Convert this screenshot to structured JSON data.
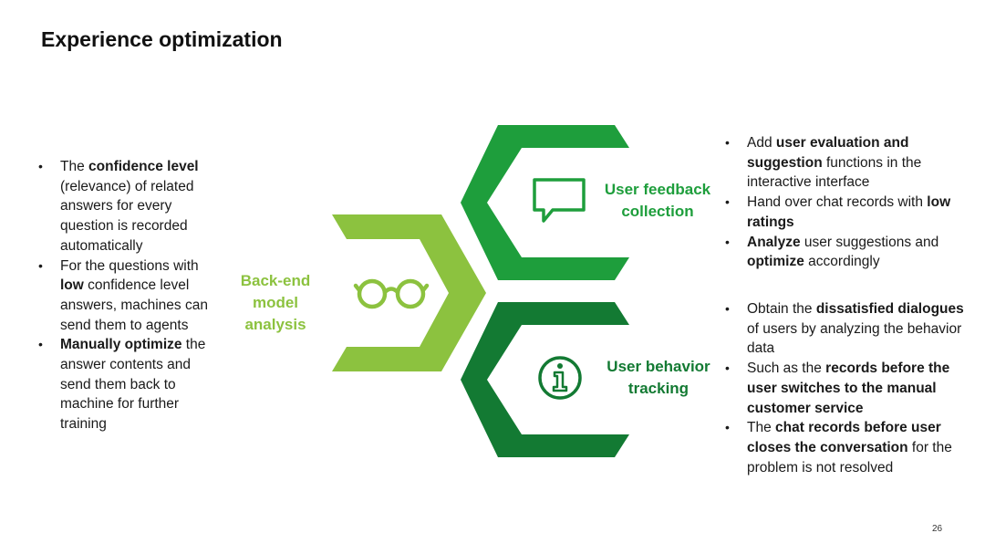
{
  "title": "Experience optimization",
  "page_number": "26",
  "colors": {
    "light_green": "#8cc23f",
    "mid_green": "#1e9e3c",
    "dark_green": "#137a33"
  },
  "diagram": {
    "backend": {
      "label": "Back-end model analysis",
      "icon": "glasses-icon"
    },
    "feedback": {
      "label": "User feedback collection",
      "icon": "chat-bubble-icon"
    },
    "behavior": {
      "label": "User behavior tracking",
      "icon": "info-icon"
    }
  },
  "left_bullets": [
    [
      {
        "t": "The "
      },
      {
        "t": "confidence level",
        "b": true
      },
      {
        "t": " (relevance) of related answers for every question is recorded automatically"
      }
    ],
    [
      {
        "t": "For the questions with "
      },
      {
        "t": "low",
        "b": true
      },
      {
        "t": " confidence level answers, machines can send them to agents"
      }
    ],
    [
      {
        "t": "Manually optimize",
        "b": true
      },
      {
        "t": " the answer contents and send them back to machine for further training"
      }
    ]
  ],
  "right_top_bullets": [
    [
      {
        "t": "Add "
      },
      {
        "t": "user evaluation and suggestion",
        "b": true
      },
      {
        "t": " functions in the interactive interface"
      }
    ],
    [
      {
        "t": "Hand over chat records with "
      },
      {
        "t": "low ratings",
        "b": true
      }
    ],
    [
      {
        "t": "Analyze",
        "b": true
      },
      {
        "t": " user suggestions and "
      },
      {
        "t": "optimize",
        "b": true
      },
      {
        "t": " accordingly"
      }
    ]
  ],
  "right_bottom_bullets": [
    [
      {
        "t": "Obtain the "
      },
      {
        "t": "dissatisfied dialogues",
        "b": true
      },
      {
        "t": " of users by analyzing the behavior data"
      }
    ],
    [
      {
        "t": "Such as the "
      },
      {
        "t": "records before the user switches to the manual customer service",
        "b": true
      }
    ],
    [
      {
        "t": "The "
      },
      {
        "t": "chat records before user closes the conversation",
        "b": true
      },
      {
        "t": " for the problem is not resolved"
      }
    ]
  ]
}
